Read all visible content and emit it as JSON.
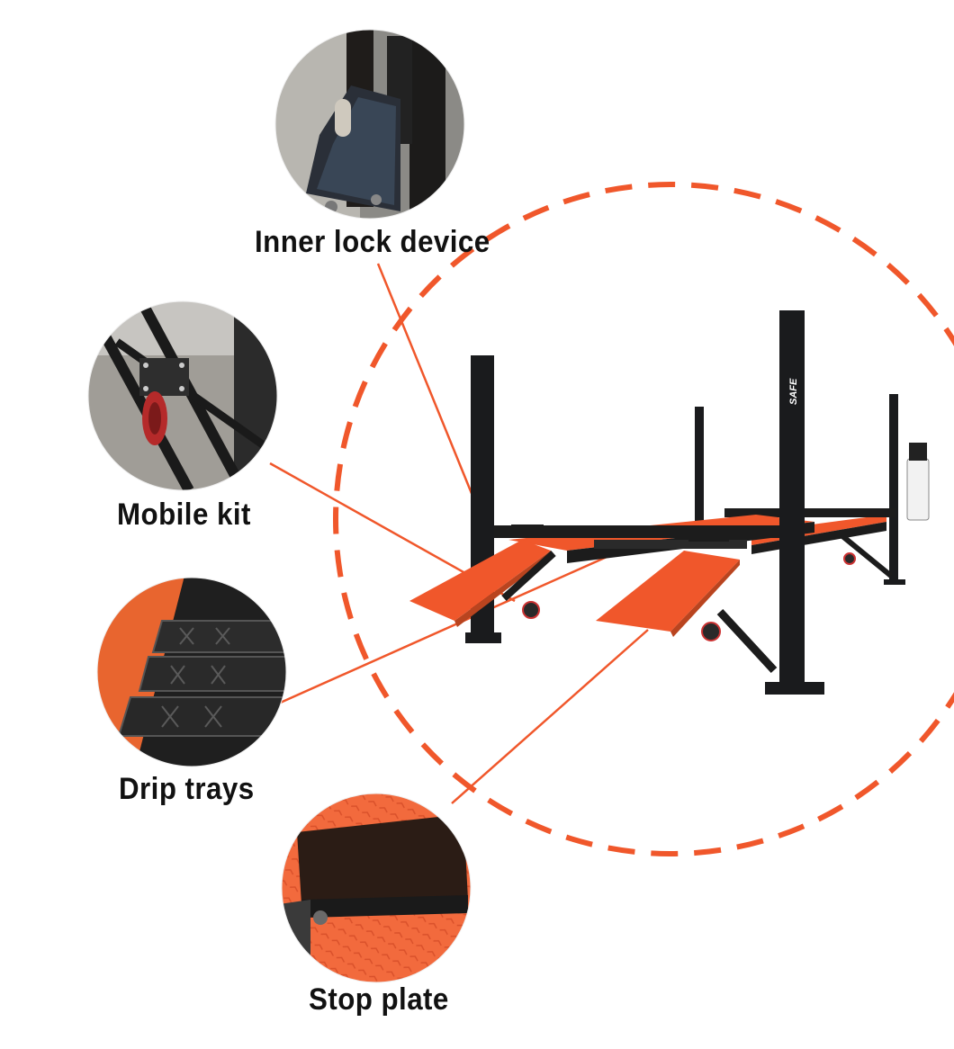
{
  "callouts": {
    "inner_lock": {
      "label": "Inner lock device"
    },
    "mobile_kit": {
      "label": "Mobile kit"
    },
    "drip_trays": {
      "label": "Drip trays"
    },
    "stop_plate": {
      "label": "Stop plate"
    }
  },
  "brand_mark": "SAFE",
  "colors": {
    "accent_orange": "#f0572b",
    "frame_black": "#16181a",
    "background": "#ffffff"
  }
}
